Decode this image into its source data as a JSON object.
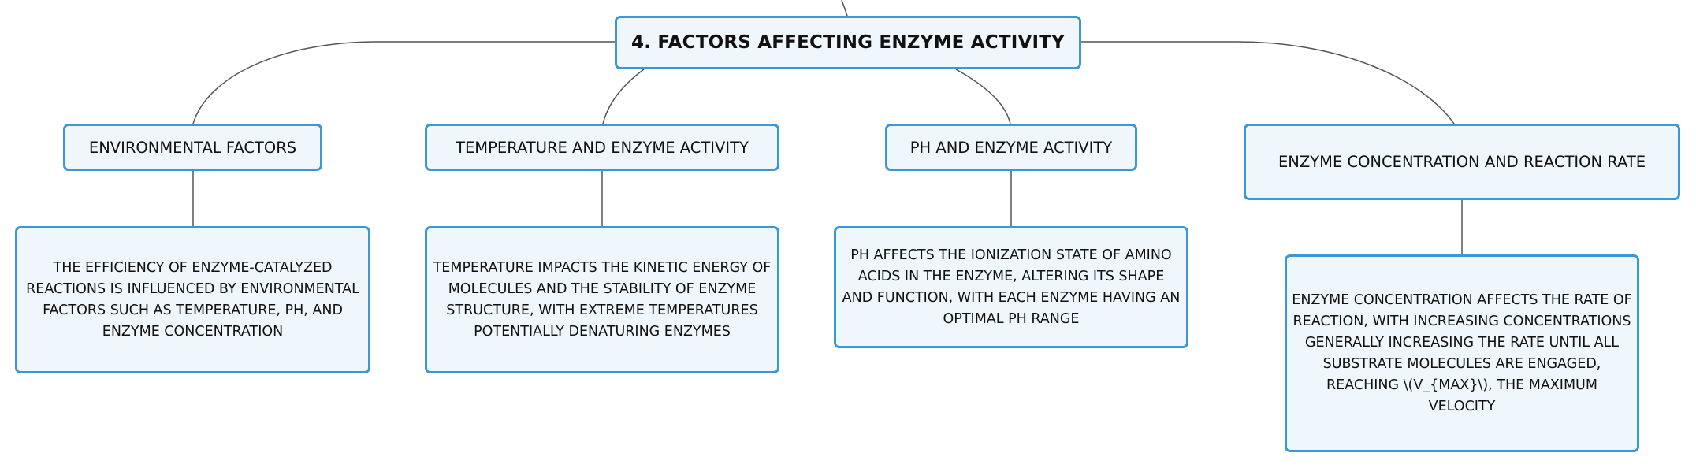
{
  "diagram": {
    "root": {
      "label": "4. FACTORS AFFECTING ENZYME ACTIVITY"
    },
    "branches": [
      {
        "label": "ENVIRONMENTAL FACTORS",
        "description": "THE EFFICIENCY OF ENZYME-CATALYZED REACTIONS IS INFLUENCED BY ENVIRONMENTAL FACTORS SUCH AS TEMPERATURE, PH, AND ENZYME CONCENTRATION"
      },
      {
        "label": "TEMPERATURE AND ENZYME ACTIVITY",
        "description": "TEMPERATURE IMPACTS THE KINETIC ENERGY OF MOLECULES AND THE STABILITY OF ENZYME STRUCTURE, WITH EXTREME TEMPERATURES POTENTIALLY DENATURING ENZYMES"
      },
      {
        "label": "PH AND ENZYME ACTIVITY",
        "description": "PH AFFECTS THE IONIZATION STATE OF AMINO ACIDS IN THE ENZYME, ALTERING ITS SHAPE AND FUNCTION, WITH EACH ENZYME HAVING AN OPTIMAL PH RANGE"
      },
      {
        "label": "ENZYME CONCENTRATION AND REACTION RATE",
        "description": "ENZYME CONCENTRATION AFFECTS THE RATE OF REACTION, WITH INCREASING CONCENTRATIONS GENERALLY INCREASING THE RATE UNTIL ALL SUBSTRATE MOLECULES ARE ENGAGED, REACHING \\(V_{MAX}\\), THE MAXIMUM VELOCITY"
      }
    ],
    "colors": {
      "node_fill": "#eff7fc",
      "node_border": "#3b98d6",
      "connector": "#555555",
      "text": "#111111"
    }
  }
}
